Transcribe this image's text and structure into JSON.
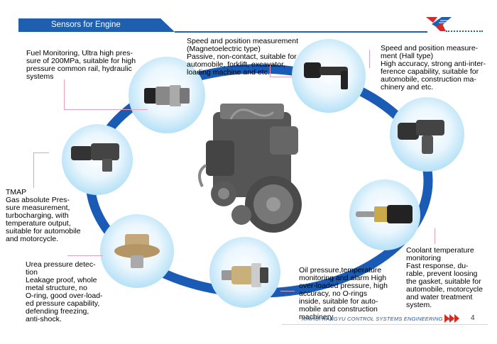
{
  "header": {
    "title": "Sensors for Engine"
  },
  "sensors": {
    "fuel": "Fuel Monitoring, Ultra high pres-\nsure of 200MPa, suitable for high\npressure common rail, hydraulic\nsystems",
    "speed_mag": "Speed and position measurement\n(Magnetoelectric type)\nPassive, non-contact, suitable for\nautomobile, forklift, excavator,\nloading machine and etc.",
    "speed_hall": "Speed and position measure-\nment (Hall type)\nHigh accuracy, strong anti-inter-\nference capability, suitable for\nautomobile, construction ma-\nchinery and etc.",
    "tmap": "TMAP\n  Gas absolute Pres-\nsure measurement,\nturbocharging, with\ntemperature output,\nsuitable for automobile\nand motorcycle.",
    "coolant": "Coolant temperature\nmonitoring\nFast response, du-\nrable, prevent loosing\nthe gasket, suitable for\nautomobile, motorcycle\nand water treatment\nsystem.",
    "urea": "Urea pressure detec-\ntion\nLeakage proof, whole\nmetal structure, no\nO-ring, good over-load-\ned pressure capability,\ndefending freezing,\nanti-shock.",
    "oil": "Oil pressure,temperature\nmonitoring and alarm High\nover-loaded pressure, high\naccuracy, no O-rings\ninside, suitable for auto-\nmobile and construction\nmachinery"
  },
  "footer": {
    "company": "XINHUI KANGYU CONTROL SYSTEMS ENGINEERING INC.",
    "page_number": "4"
  },
  "colors": {
    "brand_blue": "#1f5fb0",
    "ring_blue": "#1a5bb5",
    "circle_blue": "#8fcdf0",
    "leader_pink": "#e8a0b8",
    "logo_red": "#d42a2a"
  }
}
